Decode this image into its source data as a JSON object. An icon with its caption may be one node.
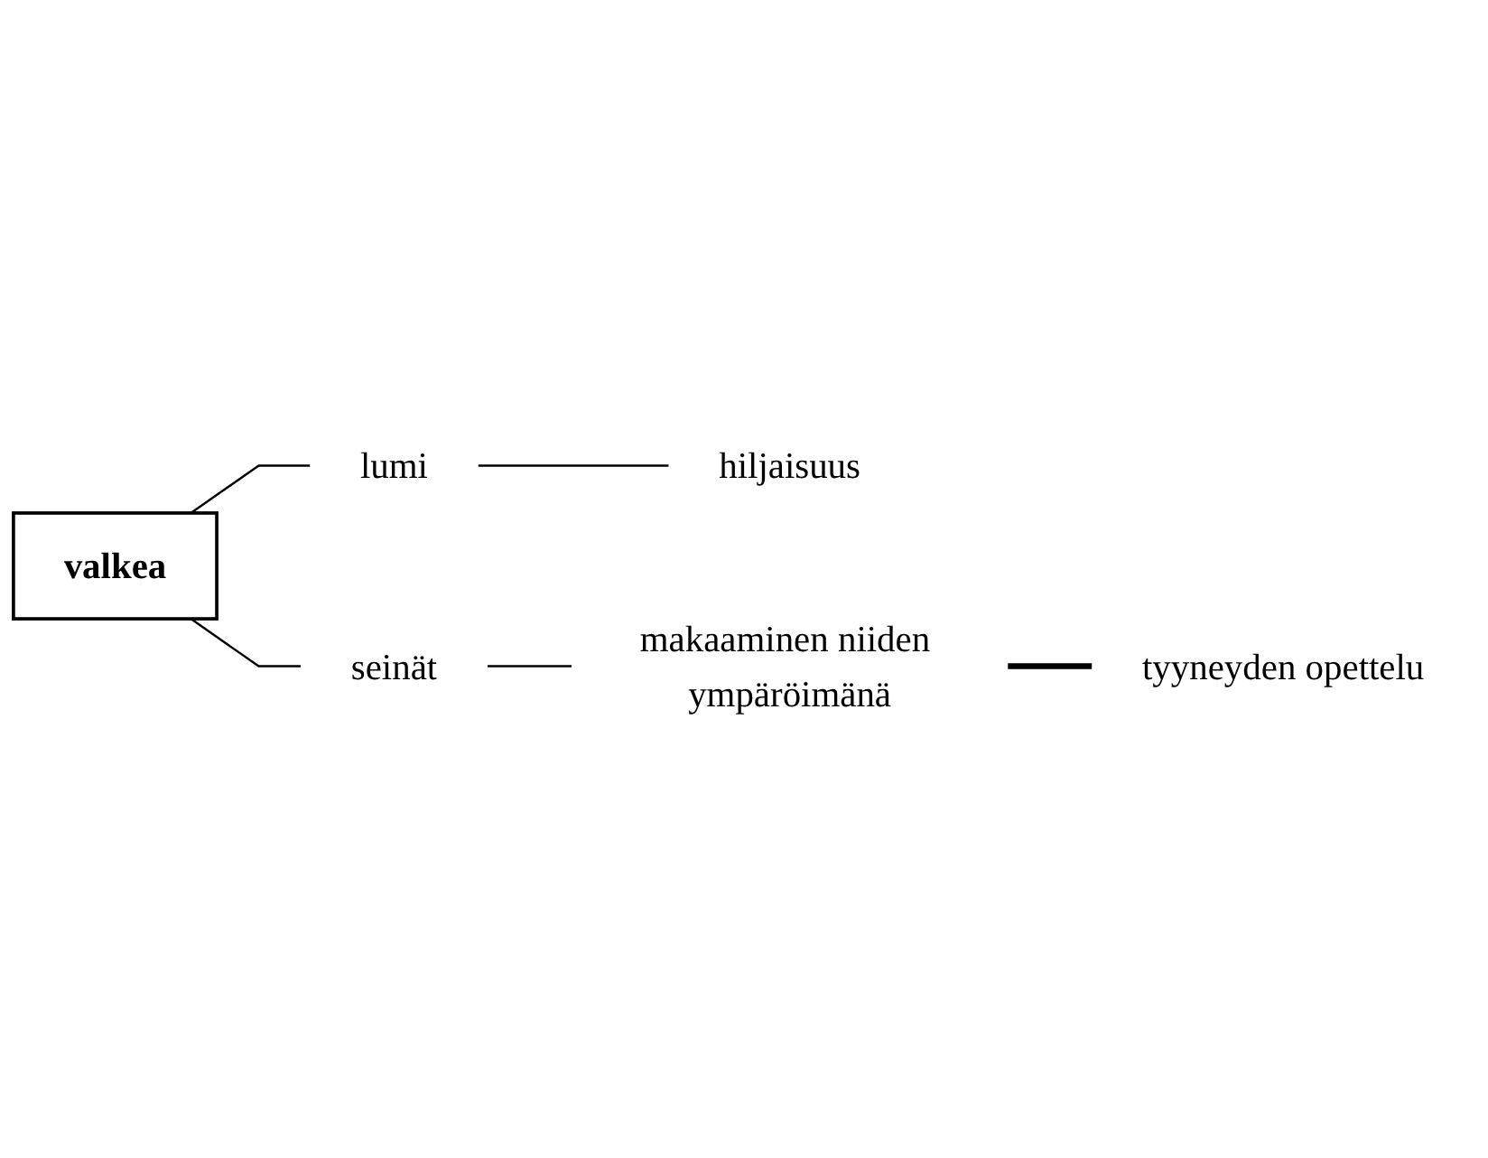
{
  "diagram": {
    "nodes": [
      {
        "text": [
          "valkea"
        ]
      },
      {
        "text": [
          "lumi"
        ]
      },
      {
        "text": [
          "hiljaisuus"
        ]
      },
      {
        "text": [
          "seinät"
        ]
      },
      {
        "text": [
          "makaaminen niiden ympäröimänä"
        ]
      },
      {
        "text": [
          "tyyneyden opettelu"
        ]
      }
    ],
    "edges": [
      {
        "from": 0,
        "to": 1,
        "arrow": "none"
      },
      {
        "from": 1,
        "to": 2,
        "arrow": "none"
      },
      {
        "from": 0,
        "to": 3,
        "arrow": "none"
      },
      {
        "from": 3,
        "to": 4,
        "arrow": "none"
      },
      {
        "from": 4,
        "to": 5,
        "arrow": "none",
        "style": "thick"
      }
    ]
  }
}
